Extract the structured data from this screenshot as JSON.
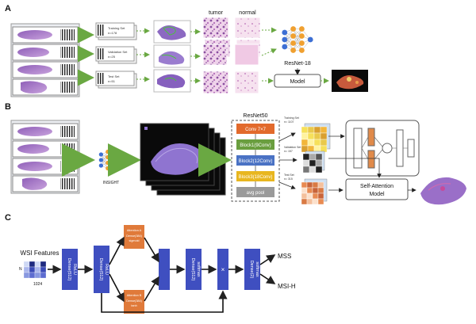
{
  "panels": {
    "a": {
      "letter": "A",
      "col_tumor": "tumor",
      "col_normal": "normal",
      "sets": [
        {
          "label": "Training Set",
          "count": "n=178"
        },
        {
          "label": "Validation Set",
          "count": "n=25"
        },
        {
          "label": "Test Set",
          "count": "n=51"
        }
      ],
      "net_label": "ResNet-18",
      "model_label": "Model"
    },
    "b": {
      "letter": "B",
      "insight_label": "INSIGHT",
      "resnet_title": "ResNet50",
      "layers": [
        "Conv 7×7",
        "Block1(9Conv)",
        "Block2(12Conv)",
        "Block3(18Conv)",
        "avg pool"
      ],
      "sets": [
        {
          "label": "Training Set",
          "count": "n= 1107"
        },
        {
          "label": "Validation Set",
          "count": "n= 157"
        },
        {
          "label": "Test Set",
          "count": "n= 315"
        }
      ],
      "model_line1": "Self-Attention",
      "model_line2": "Model"
    },
    "c": {
      "letter": "C",
      "features_title": "WSI Features",
      "dim_n": "N",
      "dim_1024": "1024",
      "blocks": [
        {
          "line1": "Dense(512)",
          "line2": "ReLU"
        },
        {
          "line1": "Dense(512)",
          "line2": "ReLU"
        },
        {
          "line1": "Dense(512)",
          "line2": "softmax"
        },
        {
          "line1": "Dense(2)",
          "line2": "softmax"
        }
      ],
      "attention_a": {
        "line1": "Attention A",
        "line2": "Dense(384)",
        "line3": "sigmoid"
      },
      "attention_b": {
        "line1": "Attention B",
        "line2": "Dense(384)",
        "line3": "tanh"
      },
      "multiply_symbol": "×",
      "out_mss": "MSS",
      "out_msih": "MSI-H"
    }
  },
  "colors": {
    "arrow_green": "#6aa842",
    "layer_conv": "#e26a2c",
    "layer_block1": "#6a9e3f",
    "layer_block2": "#4a72c4",
    "layer_block3": "#e8b61f",
    "layer_pool": "#9a9a9a",
    "dense_blue": "#3f4fc0",
    "attention_orange": "#e07a3a",
    "node_blue": "#3d6fd4",
    "node_orange": "#f0a030"
  }
}
